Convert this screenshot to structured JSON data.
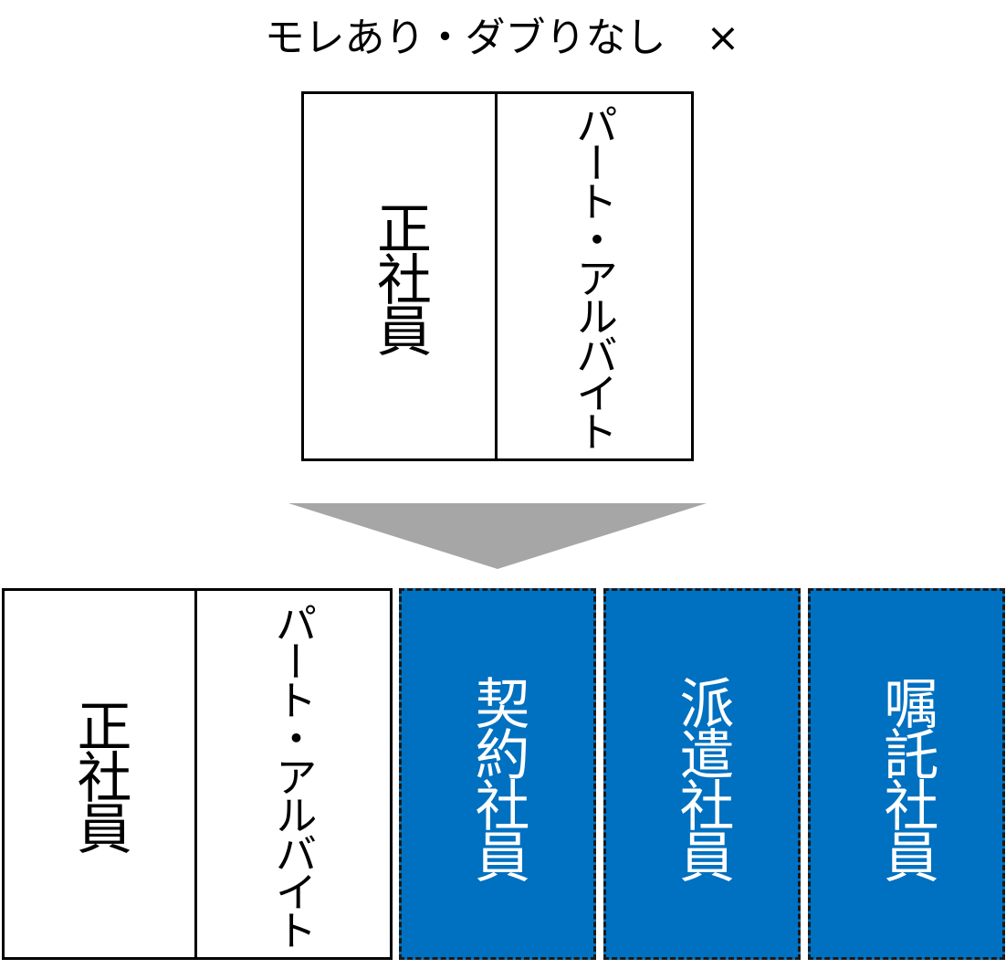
{
  "title": "モレあり・ダブりなし　×",
  "top_group": {
    "left_label": "正社員",
    "right_label": "パート・アルバイト"
  },
  "bottom_group": {
    "left_label": "正社員",
    "right_label": "パート・アルバイト"
  },
  "added_categories": [
    {
      "label": "契約社員"
    },
    {
      "label": "派遣社員"
    },
    {
      "label": "嘱託社員"
    }
  ],
  "colors": {
    "accent_blue": "#0070c0",
    "arrow_gray": "#a6a6a6",
    "border": "#000000"
  }
}
